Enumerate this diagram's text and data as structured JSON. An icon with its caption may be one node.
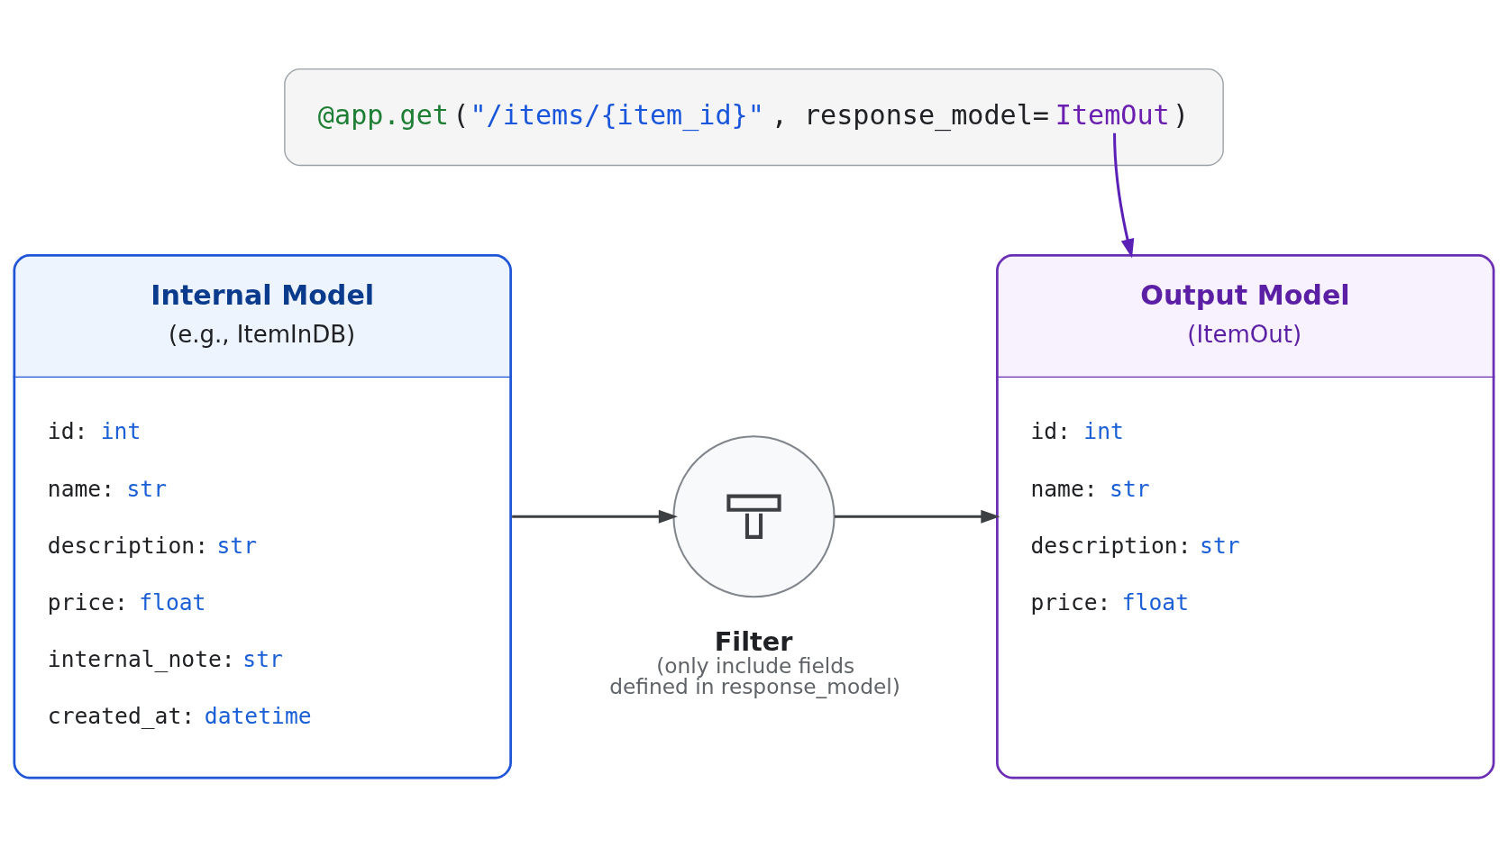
{
  "diagram": {
    "nodes": [
      {
        "text": [
          "@app.get(\"/items/{item_id}\", response_model=ItemOut)"
        ]
      },
      {
        "text": [
          "Internal Model",
          "(e.g., ItemInDB)",
          "id: int",
          "name: str",
          "description: str",
          "price: float",
          "internal_note: str",
          "created_at: datetime"
        ]
      },
      {
        "text": [],
        "shape": "circle",
        "beside": [
          "Filter",
          "(only include fields defined in response_model)"
        ]
      },
      {
        "text": [
          "Output Model",
          "(ItemOut)",
          "id: int",
          "name: str",
          "description: str",
          "price: float"
        ]
      }
    ],
    "edges": [
      {
        "from": 0,
        "to": 3,
        "arrow": "to",
        "color": "#5b21b6"
      },
      {
        "from": 1,
        "to": 2,
        "arrow": "to"
      },
      {
        "from": 2,
        "to": 3,
        "arrow": "to"
      }
    ]
  }
}
